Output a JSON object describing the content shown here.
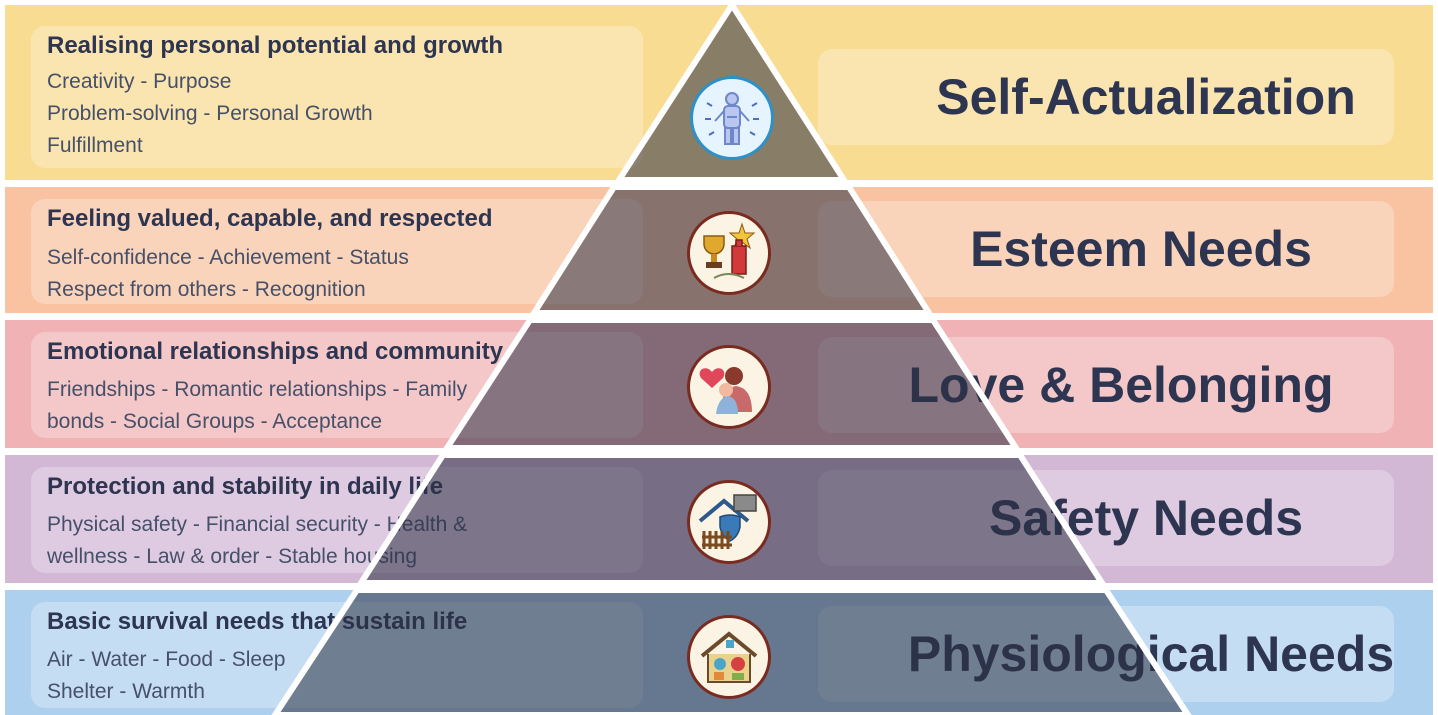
{
  "levels": [
    {
      "title": "Self-Actualization",
      "desc_title": "Realising personal potential and growth",
      "desc_lines": [
        "Creativity - Purpose",
        "Problem-solving - Personal Growth",
        "Fulfillment"
      ],
      "icon": "meditating-person-icon",
      "band_color": "#f8dc92"
    },
    {
      "title": "Esteem Needs",
      "desc_title": "Feeling valued, capable, and respected",
      "desc_lines": [
        "Self-confidence - Achievement - Status",
        "Respect from others - Recognition"
      ],
      "icon": "trophy-award-icon",
      "band_color": "#f9c3a1"
    },
    {
      "title": "Love & Belonging",
      "desc_title": "Emotional relationships and community",
      "desc_lines": [
        "Friendships - Romantic relationships - Family",
        "bonds - Social Groups - Acceptance"
      ],
      "icon": "hugging-heart-icon",
      "band_color": "#f0b2b4"
    },
    {
      "title": "Safety Needs",
      "desc_title": "Protection and stability in daily life",
      "desc_lines": [
        "Physical safety - Financial security - Health &",
        "wellness - Law & order - Stable housing"
      ],
      "icon": "house-shield-icon",
      "band_color": "#d3b8d6"
    },
    {
      "title": "Physiological Needs",
      "desc_title": "Basic survival needs that sustain life",
      "desc_lines": [
        "Air - Water - Food - Sleep",
        "Shelter - Warmth"
      ],
      "icon": "home-food-icon",
      "band_color": "#add0ee"
    }
  ],
  "colors": {
    "pyramid_overlay": "#2b2f44",
    "text_dark": "#2d3550",
    "text_muted": "#475069"
  }
}
